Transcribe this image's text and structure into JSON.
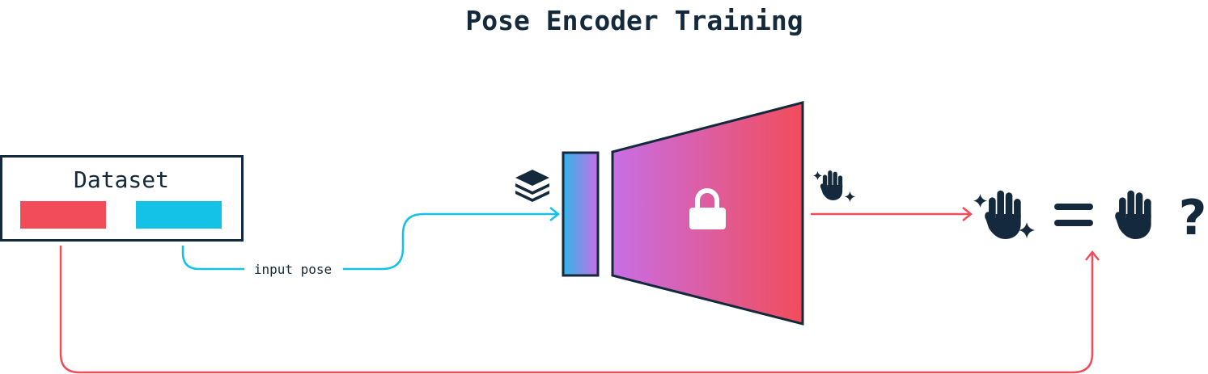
{
  "title": "Pose Encoder Training",
  "dataset": {
    "label": "Dataset"
  },
  "edges": {
    "input_label": "input pose"
  },
  "equation": {
    "equals": "=",
    "question": "?"
  },
  "icons": {
    "layers": "layers-icon",
    "lock": "lock-icon",
    "generated_hand": "hand-sparkles-icon",
    "hand": "hand-icon"
  },
  "colors": {
    "dark": "#142a3c",
    "red": "#f24c5a",
    "cyan": "#14c2e8",
    "purple": "#c86ee6"
  }
}
